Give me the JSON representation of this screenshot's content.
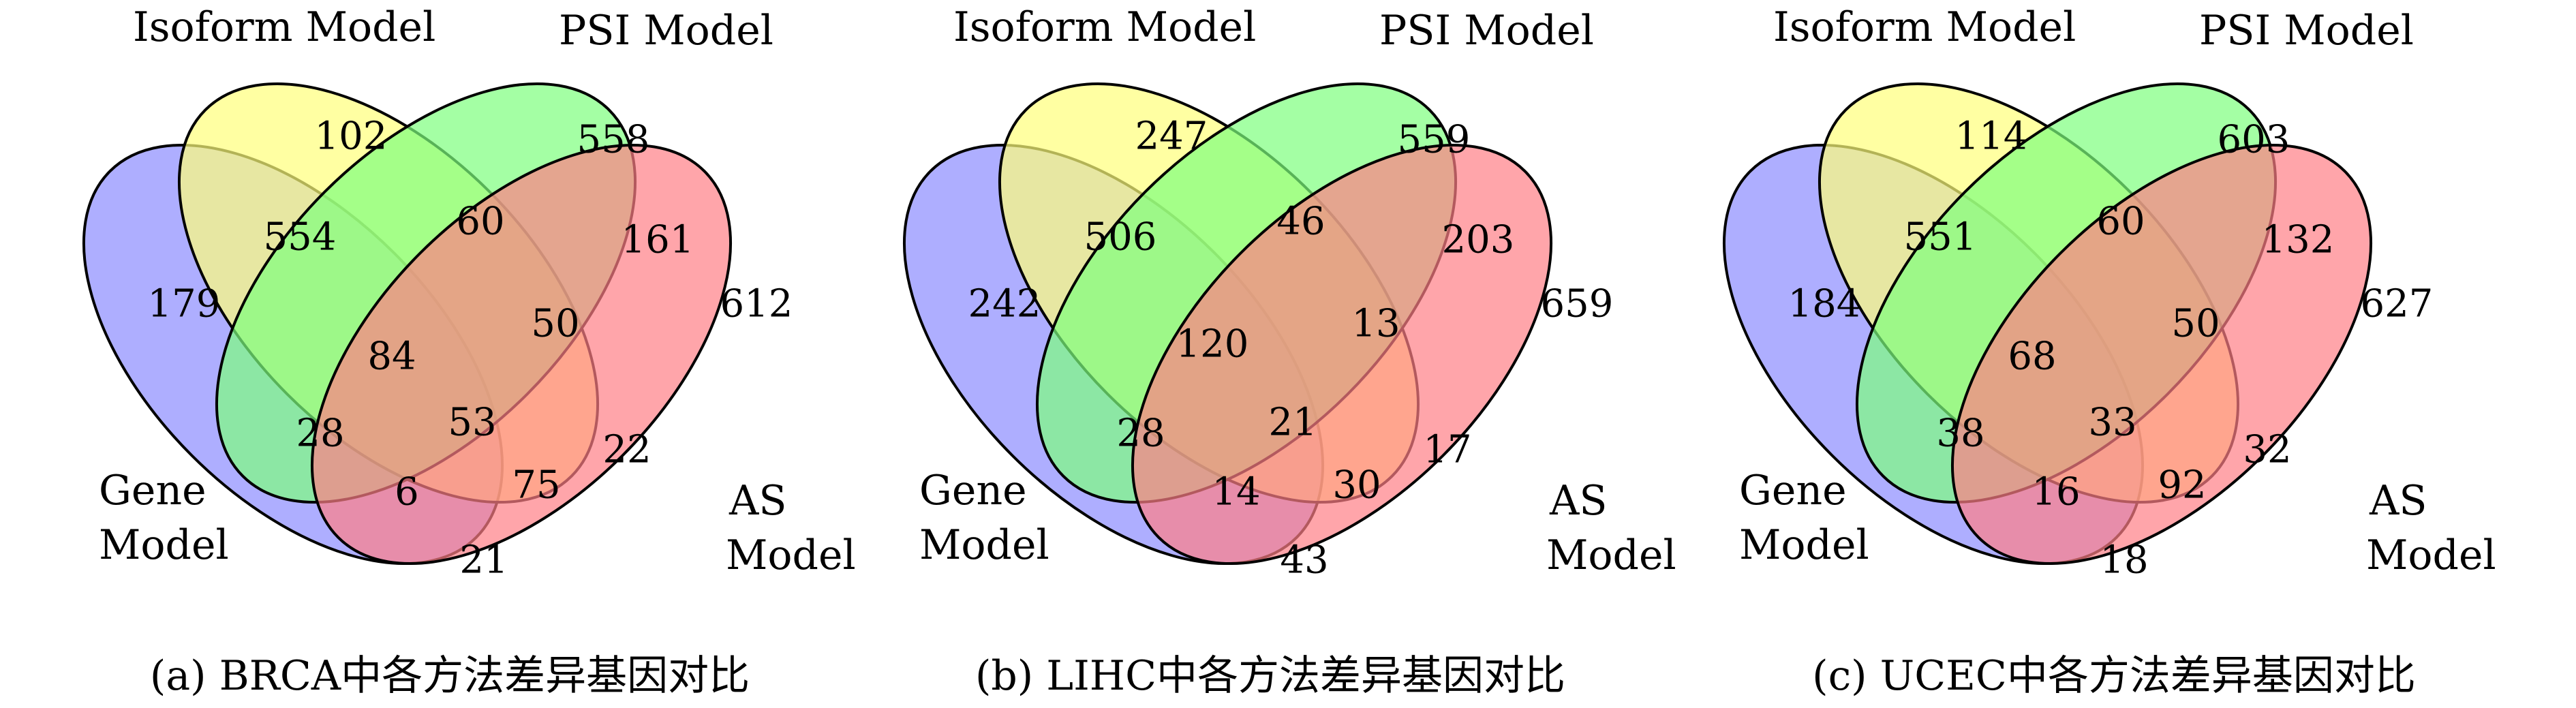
{
  "colors": {
    "gene": "#8b8bff",
    "isoform": "#ffff7a",
    "psi": "#7dff7d",
    "as": "#ff7f86"
  },
  "diagrams": [
    {
      "labels": {
        "isoform": "Isoform Model",
        "psi": "PSI Model",
        "gene_line1": "Gene",
        "gene_line2": "Model",
        "as_line1": "AS",
        "as_line2": "Model"
      },
      "counts": {
        "isoform_only": "102",
        "psi_only": "558",
        "gene_isoform": "554",
        "isoform_psi": "60",
        "psi_as": "161",
        "gene_only": "179",
        "gene_isoform_psi": "84",
        "isoform_psi_as": "50",
        "as_only": "612",
        "gene_psi": "28",
        "all_four": "53",
        "isoform_as": "22",
        "gene_psi_as": "6",
        "gene_isoform_as": "75",
        "gene_as": "21"
      },
      "caption": "(a) BRCA中各方法差异基因对比"
    },
    {
      "labels": {
        "isoform": "Isoform Model",
        "psi": "PSI Model",
        "gene_line1": "Gene",
        "gene_line2": "Model",
        "as_line1": "AS",
        "as_line2": "Model"
      },
      "counts": {
        "isoform_only": "247",
        "psi_only": "559",
        "gene_isoform": "506",
        "isoform_psi": "46",
        "psi_as": "203",
        "gene_only": "242",
        "gene_isoform_psi": "120",
        "isoform_psi_as": "13",
        "as_only": "659",
        "gene_psi": "28",
        "all_four": "21",
        "isoform_as": "17",
        "gene_psi_as": "14",
        "gene_isoform_as": "30",
        "gene_as": "43"
      },
      "caption": "(b) LIHC中各方法差异基因对比"
    },
    {
      "labels": {
        "isoform": "Isoform Model",
        "psi": "PSI Model",
        "gene_line1": "Gene",
        "gene_line2": "Model",
        "as_line1": "AS",
        "as_line2": "Model"
      },
      "counts": {
        "isoform_only": "114",
        "psi_only": "603",
        "gene_isoform": "551",
        "isoform_psi": "60",
        "psi_as": "132",
        "gene_only": "184",
        "gene_isoform_psi": "68",
        "isoform_psi_as": "50",
        "as_only": "627",
        "gene_psi": "38",
        "all_four": "33",
        "isoform_as": "32",
        "gene_psi_as": "16",
        "gene_isoform_as": "92",
        "gene_as": "18"
      },
      "caption": "(c) UCEC中各方法差异基因对比"
    }
  ]
}
